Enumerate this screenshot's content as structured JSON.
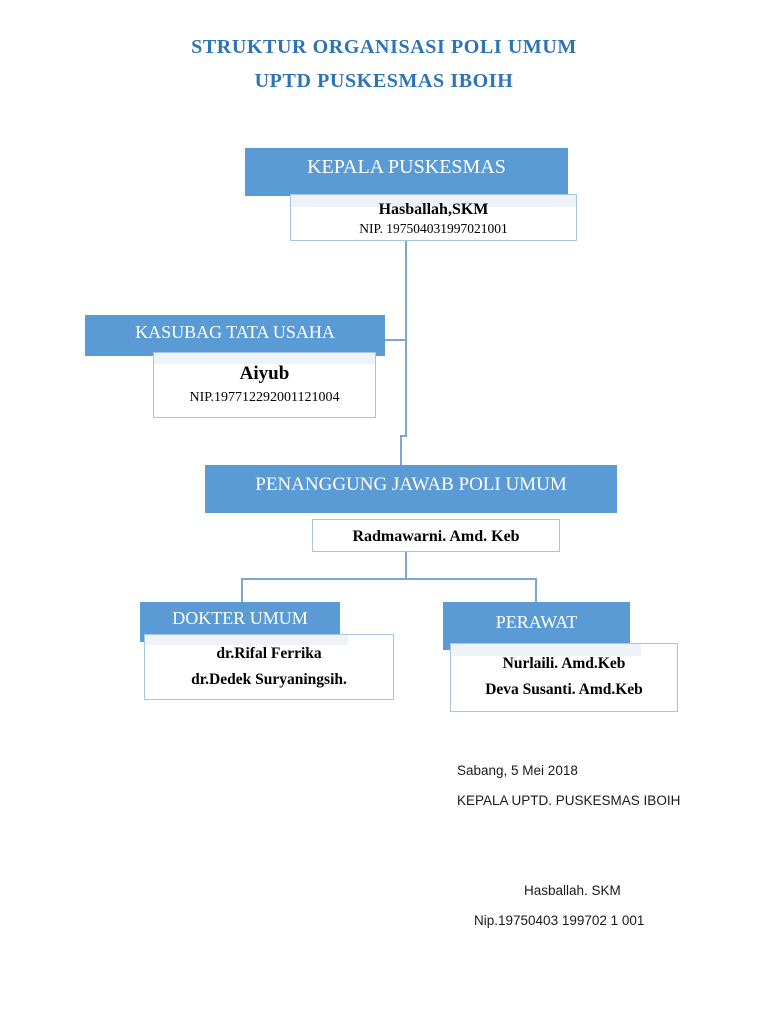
{
  "document": {
    "title_lines": [
      "STRUKTUR ORGANISASI POLI UMUM",
      "UPTD PUSKESMAS IBOIH"
    ],
    "title_color": "#2E74B5",
    "accent_color": "#5B9BD5",
    "border_color": "#A6C5E3",
    "line_color": "#7BA7D0"
  },
  "chart": {
    "type": "org-chart",
    "nodes": [
      {
        "id": "kepala-puskesmas",
        "header": "KEPALA PUSKESMAS",
        "name": "Hasballah,SKM",
        "nip": "NIP. 197504031997021001"
      },
      {
        "id": "kasubag-tata-usaha",
        "header": "KASUBAG TATA USAHA",
        "name": "Aiyub",
        "nip": "NIP.197712292001121004"
      },
      {
        "id": "penanggung-jawab-poli-umum",
        "header": "PENANGGUNG JAWAB POLI UMUM",
        "name": "Radmawarni. Amd. Keb",
        "nip": ""
      },
      {
        "id": "dokter-umum",
        "header": "DOKTER UMUM",
        "name": "dr.Rifal Ferrika",
        "name2": "dr.Dedek Suryaningsih."
      },
      {
        "id": "perawat",
        "header": "PERAWAT",
        "name": "Nurlaili. Amd.Keb",
        "name2": "Deva Susanti. Amd.Keb"
      }
    ]
  },
  "footer": {
    "place_date": "Sabang, 5 Mei 2018",
    "office": "KEPALA UPTD. PUSKESMAS IBOIH",
    "signer_name": "Hasballah. SKM",
    "signer_nip": "Nip.19750403 199702 1 001"
  }
}
